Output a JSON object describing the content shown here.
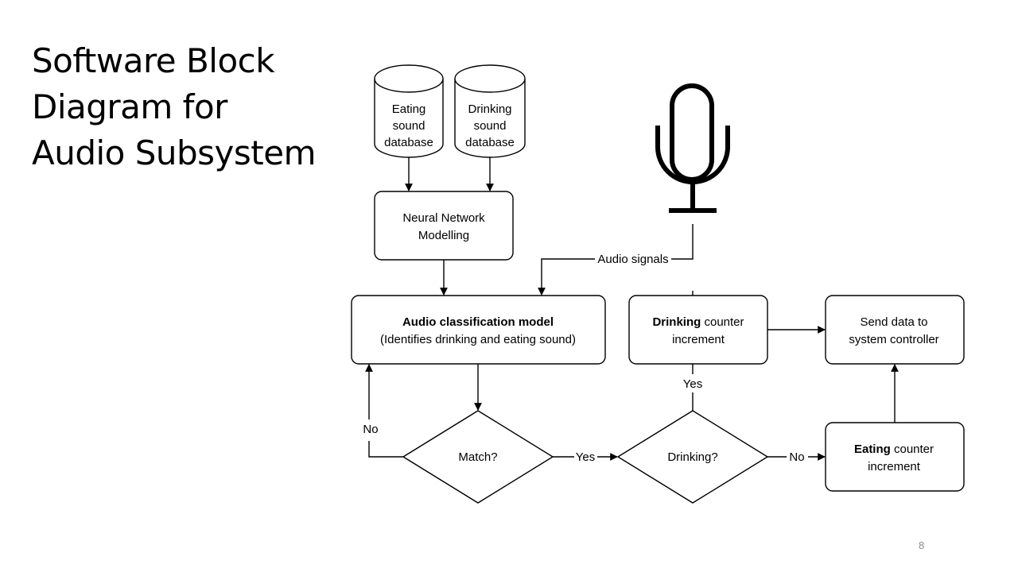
{
  "slide": {
    "title_lines": [
      "Software Block",
      "Diagram for",
      "Audio Subsystem"
    ],
    "page_number": "8"
  },
  "diagram": {
    "eating_db": [
      "Eating",
      "sound",
      "database"
    ],
    "drinking_db": [
      "Drinking",
      "sound",
      "database"
    ],
    "nn_modelling": [
      "Neural Network",
      "Modelling"
    ],
    "classifier": {
      "bold_line": "Audio classification model",
      "line2": "(Identifies drinking and eating sound)"
    },
    "drinking_counter": {
      "bold": "Drinking",
      "rest": " counter",
      "line2": "increment"
    },
    "send_data": [
      "Send data to",
      "system controller"
    ],
    "eating_counter": {
      "bold": "Eating",
      "rest": " counter",
      "line2": "increment"
    },
    "match_decision": "Match?",
    "drinking_decision": "Drinking?",
    "labels": {
      "audio_signals": "Audio signals",
      "no_left": "No",
      "yes_match": "Yes",
      "yes_drinking": "Yes",
      "no_drinking": "No"
    },
    "icons": {
      "microphone": "microphone-icon"
    }
  }
}
